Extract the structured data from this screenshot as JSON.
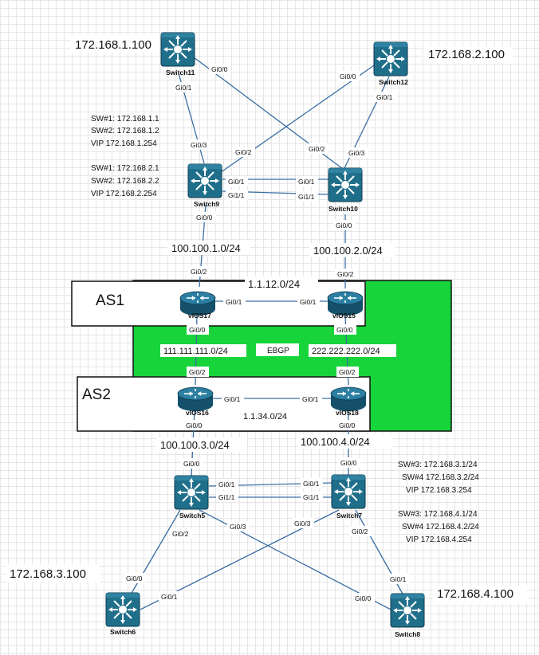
{
  "colors": {
    "ebgp_area": "#17d43a",
    "link": "#3a6ea5",
    "device_fill": "#1f6f8b",
    "device_dark": "#14506a"
  },
  "areas": {
    "as1_label": "AS1",
    "as2_label": "AS2",
    "ebgp_label": "EBGP",
    "net_as1_internal": "1.1.12.0/24",
    "net_as2_internal": "1.1.34.0/24",
    "net_ebgp_left": "111.111.111.0/24",
    "net_ebgp_right": "222.222.222.0/24"
  },
  "devices": {
    "switch11": "Switch11",
    "switch12": "Switch12",
    "switch9": "Switch9",
    "switch10": "Switch10",
    "vios17": "vIOS17",
    "vios15": "vIOS15",
    "vios16": "vIOS16",
    "vios18": "vIOS18",
    "switch5": "Switch5",
    "switch7": "Switch7",
    "switch6": "Switch6",
    "switch8": "Switch8"
  },
  "host_ips": {
    "sw11": "172.168.1.100",
    "sw12": "172.168.2.100",
    "sw6": "172.168.3.100",
    "sw8": "172.168.4.100"
  },
  "networks": {
    "top_left": "100.100.1.0/24",
    "top_right": "100.100.2.0/24",
    "bottom_left": "100.100.3.0/24",
    "bottom_right": "100.100.4.0/24"
  },
  "notes": {
    "top_block1": [
      "SW#1: 172.168.1.1",
      "SW#2: 172.168.1.2",
      "VIP 172.168.1.254"
    ],
    "top_block2": [
      "SW#1: 172.168.2.1",
      "SW#2: 172.168.2.2",
      "VIP 172.168.2.254"
    ],
    "bottom_block1": [
      "SW#3: 172.168.3.1/24",
      "SW#4 172.168.3.2/24",
      "VIP 172.168.3.254"
    ],
    "bottom_block2": [
      "SW#3: 172.168.4.1/24",
      "SW#4 172.168.4.2/24",
      "VIP 172.168.4.254"
    ]
  },
  "interfaces": {
    "sw11_gi00": "Gi0/0",
    "sw11_gi01": "Gi0/1",
    "sw12_gi00": "Gi0/0",
    "sw12_gi01": "Gi0/1",
    "sw9_gi03": "Gi0/3",
    "sw9_gi02": "Gi0/2",
    "sw9_gi01": "Gi0/1",
    "sw9_gi11": "Gi1/1",
    "sw9_gi00": "Gi0/0",
    "sw10_gi02": "Gi0/2",
    "sw10_gi03": "Gi0/3",
    "sw10_gi01": "Gi0/1",
    "sw10_gi11": "Gi1/1",
    "sw10_gi00": "Gi0/0",
    "v17_gi02": "Gi0/2",
    "v17_gi01": "Gi0/1",
    "v17_gi00": "Gi0/0",
    "v15_gi02": "Gi0/2",
    "v15_gi01": "Gi0/1",
    "v15_gi00": "Gi0/0",
    "v16_gi02": "Gi0/2",
    "v16_gi01": "Gi0/1",
    "v16_gi00": "Gi0/0",
    "v18_gi02": "Gi0/2",
    "v18_gi01": "Gi0/1",
    "v18_gi00": "Gi0/0",
    "sw5_gi00": "Gi0/0",
    "sw5_gi01": "Gi0/1",
    "sw5_gi11": "Gi1/1",
    "sw5_gi02": "Gi0/2",
    "sw5_gi03": "Gi0/3",
    "sw7_gi00": "Gi0/0",
    "sw7_gi01": "Gi0/1",
    "sw7_gi11": "Gi1/1",
    "sw7_gi03": "Gi0/3",
    "sw7_gi02": "Gi0/2",
    "sw6_gi00": "Gi0/0",
    "sw6_gi01": "Gi0/1",
    "sw8_gi01": "Gi0/1",
    "sw8_gi00": "Gi0/0"
  }
}
